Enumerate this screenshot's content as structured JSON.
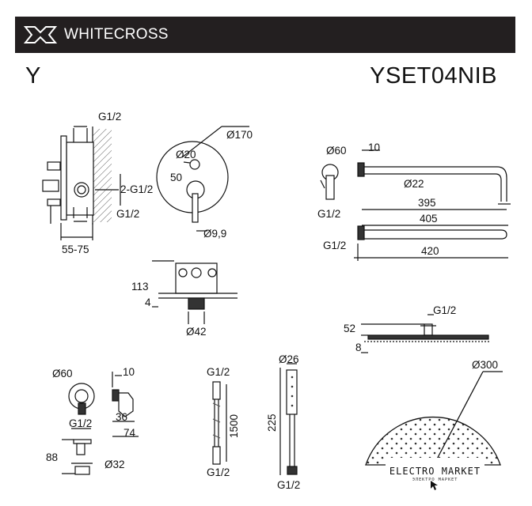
{
  "header": {
    "brand": "WHITECROSS",
    "logo_icon": "crossed-x-logo-icon",
    "background": "#231f20"
  },
  "series": "Y",
  "model": "YSET04NIB",
  "valve_side": {
    "thread_top": "G1/2",
    "thread_out": "2-G1/2",
    "thread_bottom": "G1/2",
    "depth": "55-75"
  },
  "valve_front": {
    "plate_diameter": "Ø170",
    "knob_diameter": "Ø20",
    "offset": "50",
    "handle_diameter": "Ø9,9"
  },
  "valve_top": {
    "height": "113",
    "plate": "4",
    "stem_diameter": "Ø42"
  },
  "arm": {
    "flange_diameter": "Ø60",
    "flange_depth": "10",
    "tube_diameter": "Ø22",
    "thread": "G1/2",
    "reach": "395",
    "length": "405"
  },
  "arm_side": {
    "thread": "G1/2",
    "length": "420"
  },
  "head_side": {
    "thread": "G1/2",
    "height": "52",
    "plate": "8"
  },
  "head_top": {
    "diameter": "Ø300"
  },
  "outlet": {
    "flange_diameter": "Ø60",
    "thread": "G1/2",
    "height": "88",
    "holder_diameter": "Ø32"
  },
  "outlet_side": {
    "depth": "10",
    "offset": "36",
    "length": "74"
  },
  "hose": {
    "thread_top": "G1/2",
    "length": "1500",
    "thread_bottom": "G1/2"
  },
  "hand_shower": {
    "diameter": "Ø26",
    "length": "225",
    "thread": "G1/2"
  },
  "watermark": {
    "title": "ELECTRO MARKET",
    "subtitle": "ЭЛЕКТРО МАРКЕТ"
  }
}
